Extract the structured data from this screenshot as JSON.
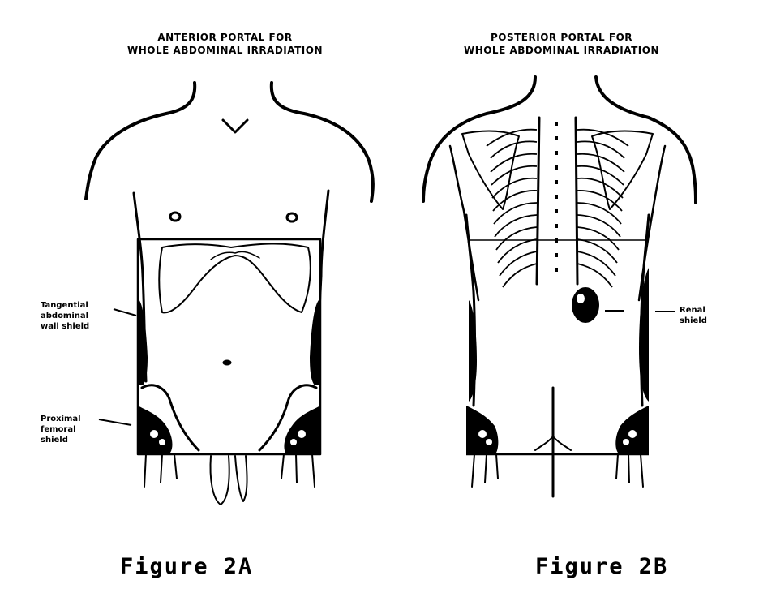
{
  "figure_a": {
    "title_line1": "ANTERIOR PORTAL FOR",
    "title_line2": "WHOLE ABDOMINAL IRRADIATION",
    "label_tangential_1": "Tangential",
    "label_tangential_2": "abdominal",
    "label_tangential_3": "wall shield",
    "label_proximal_1": "Proximal",
    "label_proximal_2": "femoral",
    "label_proximal_3": "shield",
    "caption": "Figure 2A"
  },
  "figure_b": {
    "title_line1": "POSTERIOR PORTAL FOR",
    "title_line2": "WHOLE ABDOMINAL IRRADIATION",
    "label_renal_1": "Renal",
    "label_renal_2": "shield",
    "caption": "Figure 2B"
  }
}
